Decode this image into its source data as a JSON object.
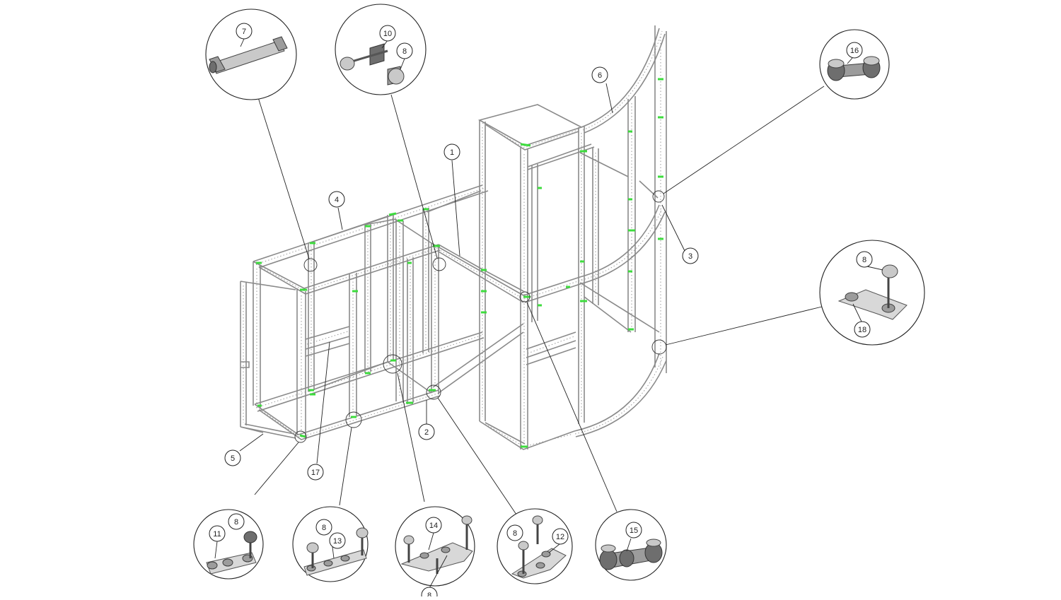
{
  "callouts": [
    {
      "id": "c1",
      "label": "1"
    },
    {
      "id": "c2",
      "label": "2"
    },
    {
      "id": "c3",
      "label": "3"
    },
    {
      "id": "c4",
      "label": "4"
    },
    {
      "id": "c5",
      "label": "5"
    },
    {
      "id": "c6",
      "label": "6"
    },
    {
      "id": "c17",
      "label": "17"
    }
  ],
  "details": [
    {
      "id": "d7",
      "parts": [
        "7"
      ]
    },
    {
      "id": "d10",
      "parts": [
        "10",
        "8"
      ]
    },
    {
      "id": "d16",
      "parts": [
        "16"
      ]
    },
    {
      "id": "d8-18",
      "parts": [
        "8",
        "18"
      ]
    },
    {
      "id": "d11",
      "parts": [
        "8",
        "11"
      ]
    },
    {
      "id": "d13",
      "parts": [
        "8",
        "13"
      ]
    },
    {
      "id": "d14",
      "parts": [
        "14",
        "8"
      ]
    },
    {
      "id": "d12",
      "parts": [
        "8",
        "12"
      ]
    },
    {
      "id": "d15",
      "parts": [
        "15"
      ]
    }
  ],
  "colors": {
    "connector": "#3ddc3d",
    "frame": "#8a8a8a",
    "line": "#222222"
  }
}
